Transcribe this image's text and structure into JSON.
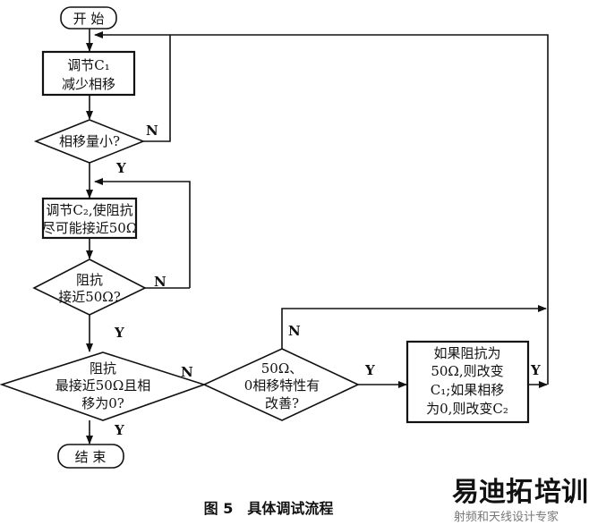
{
  "start": "开 始",
  "end": "结 束",
  "box1": [
    "调节C₁",
    "减少相移"
  ],
  "decision1": "相移量小?",
  "box2": [
    "调节C₂,使阻抗",
    "尽可能接近50Ω"
  ],
  "decision2": [
    "阻抗",
    "接近50Ω?"
  ],
  "decision3": [
    "阻抗",
    "最接近50Ω且相",
    "移为0?"
  ],
  "decision4": [
    "50Ω、",
    "0相移特性有",
    "改善?"
  ],
  "box3": [
    "如果阻抗为",
    "50Ω,则改变",
    "C₁;如果相移",
    "为0,则改变C₂"
  ],
  "labels": {
    "yes": "Y",
    "no": "N"
  },
  "caption": "图 5　具体调试流程",
  "watermark": {
    "brand_red": "易迪拓",
    "brand_blue": "培训",
    "slogan": "射频和天线设计专家",
    "red": "#e07070",
    "blue": "#6a9ad0"
  }
}
